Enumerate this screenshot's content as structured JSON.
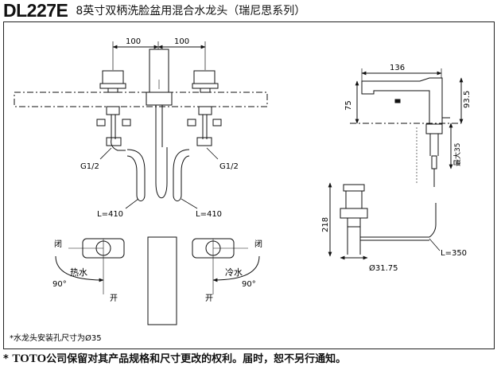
{
  "header": {
    "model": "DL227E",
    "subtitle": "8英寸双柄洗脸盆用混合水龙头（瑞尼思系列）"
  },
  "front_view": {
    "dim_left": "100",
    "dim_right": "100",
    "thread_left": "G1/2",
    "thread_right": "G1/2",
    "hose_left": "L=410",
    "hose_right": "L=410"
  },
  "side_view": {
    "spout_reach": "136",
    "height_75": "75",
    "height_93_5": "93.5",
    "max_35": "最大35"
  },
  "drain_view": {
    "height": "218",
    "diameter": "Ø31.75",
    "rod_length": "L=350"
  },
  "handles": {
    "hot_close": "闭",
    "hot_label": "热水",
    "hot_angle": "90°",
    "hot_open": "开",
    "cold_close": "闭",
    "cold_label": "冷水",
    "cold_angle": "90°",
    "cold_open": "开"
  },
  "note": "*水龙头安装孔尺寸为Ø35",
  "footer": {
    "star": "*",
    "brand": "TOTO",
    "text": "公司保留对其产品规格和尺寸更改的权利。届时，恕不另行通知。"
  }
}
